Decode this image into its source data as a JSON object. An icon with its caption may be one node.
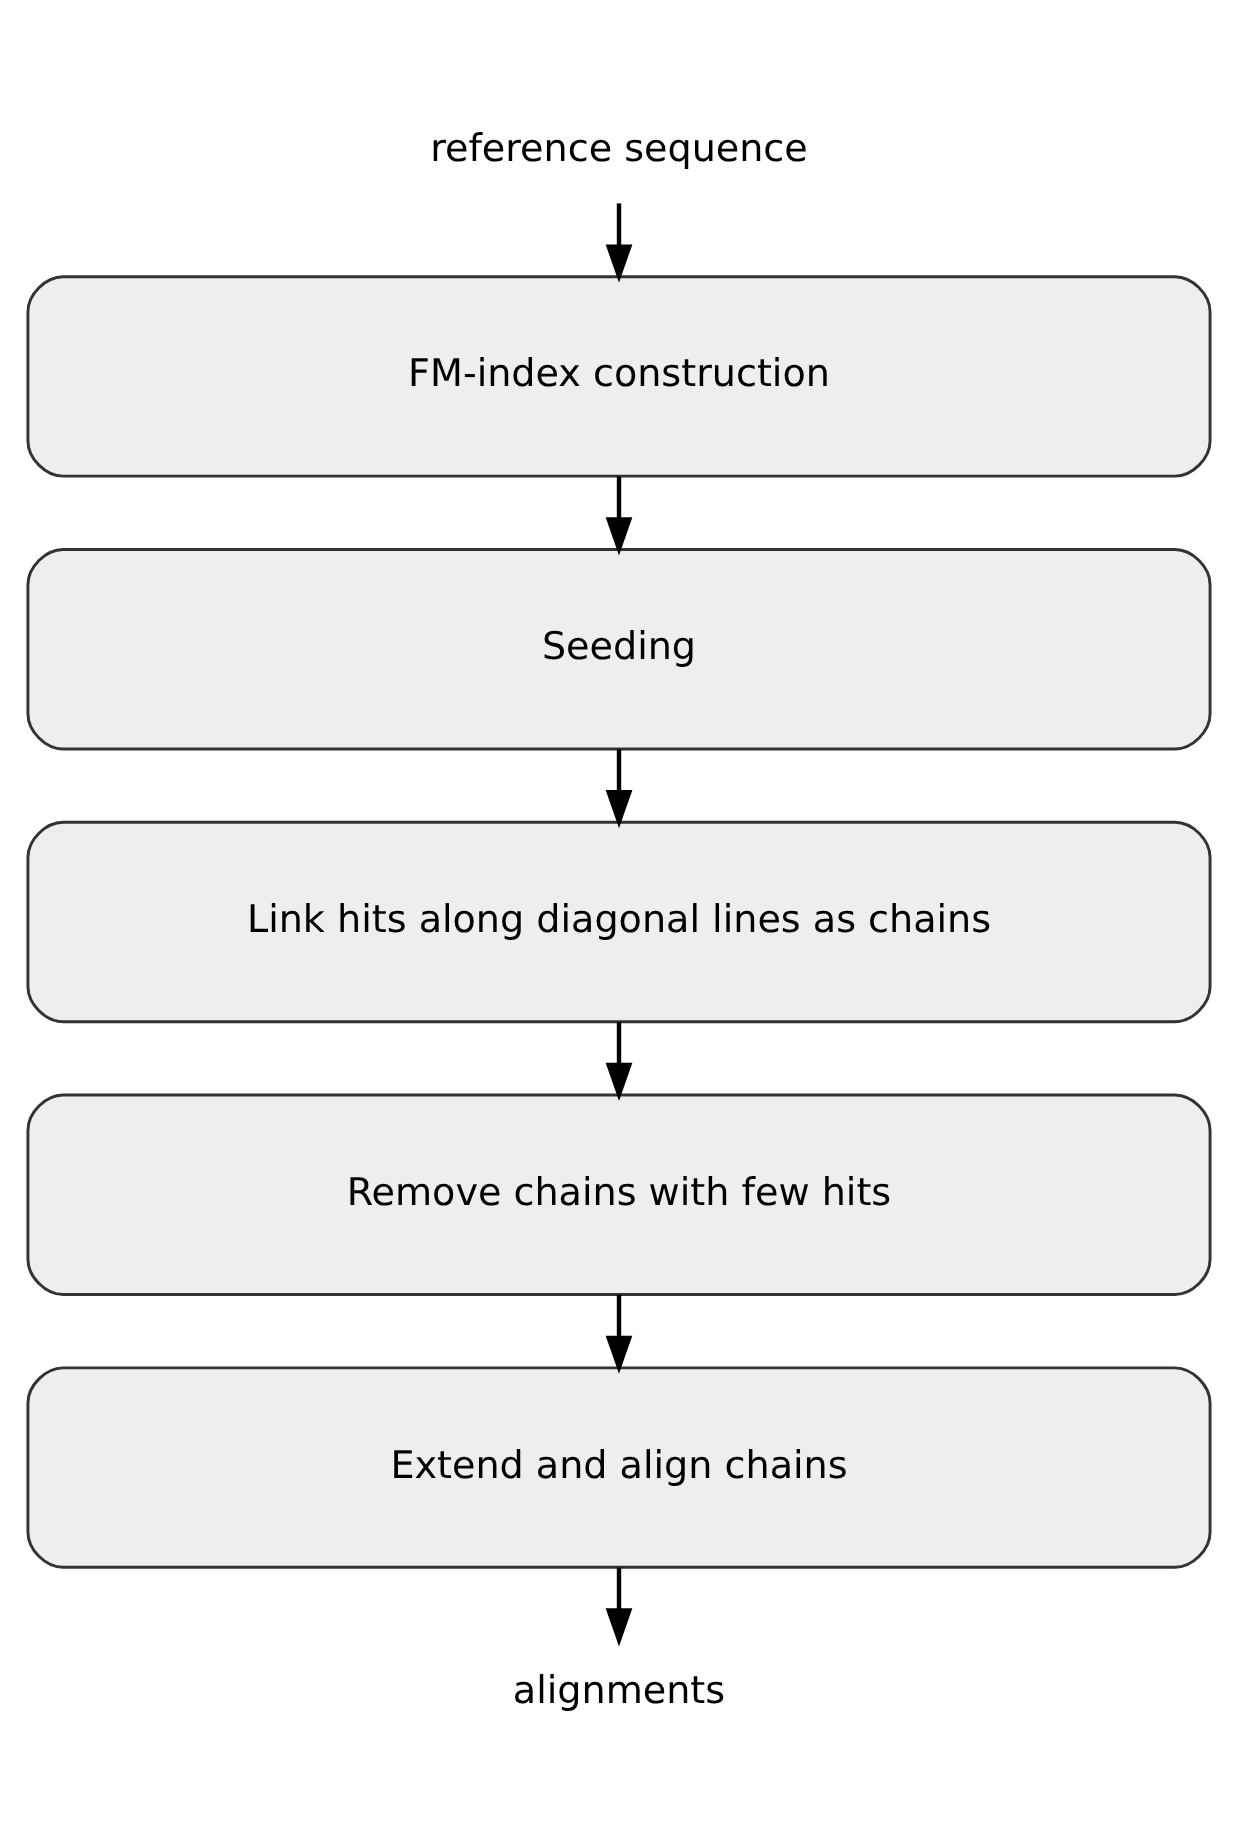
{
  "diagram": {
    "nodes": [
      {
        "text": [
          "reference sequence"
        ]
      },
      {
        "text": [
          "FM-index construction"
        ]
      },
      {
        "text": [
          "Seeding"
        ]
      },
      {
        "text": [
          "Link hits along diagonal lines as chains"
        ]
      },
      {
        "text": [
          "Remove chains with few hits"
        ]
      },
      {
        "text": [
          "Extend and align chains"
        ]
      },
      {
        "text": [
          "alignments"
        ]
      }
    ],
    "edges": [
      {
        "from": 0,
        "to": 1,
        "arrow": "to"
      },
      {
        "from": 1,
        "to": 2,
        "arrow": "to"
      },
      {
        "from": 2,
        "to": 3,
        "arrow": "to"
      },
      {
        "from": 3,
        "to": 4,
        "arrow": "to"
      },
      {
        "from": 4,
        "to": 5,
        "arrow": "to"
      },
      {
        "from": 5,
        "to": 6,
        "arrow": "to"
      }
    ]
  }
}
